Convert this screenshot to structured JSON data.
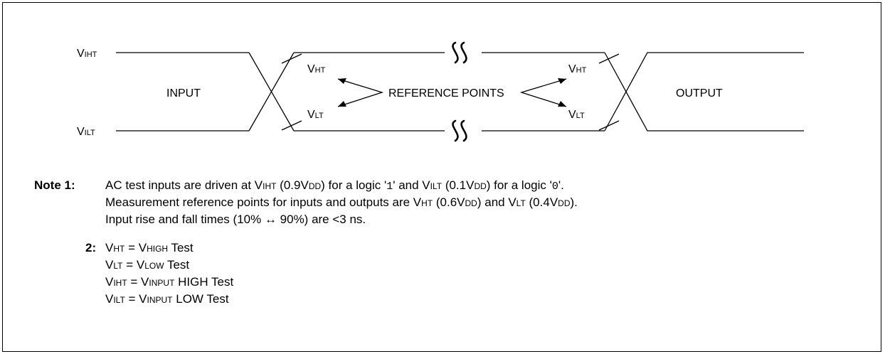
{
  "diagram": {
    "vih_label": {
      "v": "V",
      "sub": "IHT"
    },
    "vil_label": {
      "v": "V",
      "sub": "ILT"
    },
    "input_label": "INPUT",
    "output_label": "OUTPUT",
    "reference_label": "REFERENCE POINTS",
    "vht_left": {
      "v": "V",
      "sub": "HT"
    },
    "vlt_left": {
      "v": "V",
      "sub": "LT"
    },
    "vht_right": {
      "v": "V",
      "sub": "HT"
    },
    "vlt_right": {
      "v": "V",
      "sub": "LT"
    }
  },
  "notes": {
    "note1_label": "Note 1:",
    "note1_line1": [
      "AC test inputs are driven at V",
      "IHT",
      " (0.9V",
      "DD",
      ") for a logic '",
      "1",
      "' and V",
      "ILT",
      " (0.1V",
      "DD",
      ") for a logic '",
      "0",
      "'."
    ],
    "note1_line2": [
      "Measurement reference points for inputs and outputs are V",
      "HT",
      " (0.6V",
      "DD",
      ") and V",
      "LT",
      " (0.4V",
      "DD",
      ")."
    ],
    "note1_line3": "Input rise and fall times (10% ↔ 90%) are <3 ns.",
    "note2_label": "2:",
    "note2_lines": [
      [
        "V",
        "HT",
        " = V",
        "HIGH",
        " Test"
      ],
      [
        "V",
        "LT",
        " = V",
        "LOW",
        " Test"
      ],
      [
        "V",
        "IHT",
        " = V",
        "INPUT",
        " HIGH Test"
      ],
      [
        "V",
        "ILT",
        " = V",
        "INPUT",
        " LOW Test"
      ]
    ]
  }
}
